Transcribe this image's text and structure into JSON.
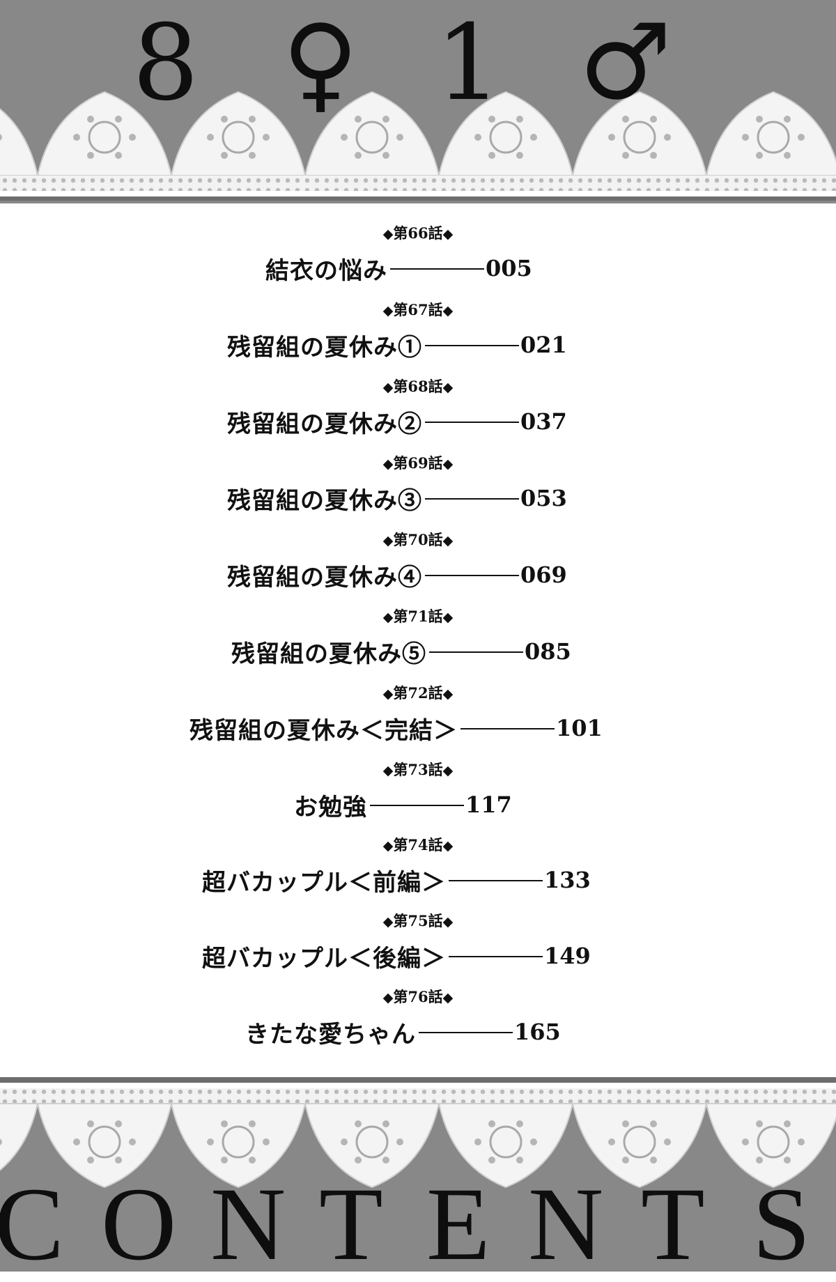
{
  "header": {
    "title_symbols": [
      "8",
      "♀",
      "1",
      "♂"
    ]
  },
  "footer": {
    "word_letters": [
      "C",
      "O",
      "N",
      "T",
      "E",
      "N",
      "T",
      "S"
    ]
  },
  "toc": {
    "entries": [
      {
        "episode": "第66話",
        "title": "結衣の悩み",
        "page": "005"
      },
      {
        "episode": "第67話",
        "title": "残留組の夏休み①",
        "page": "021"
      },
      {
        "episode": "第68話",
        "title": "残留組の夏休み②",
        "page": "037"
      },
      {
        "episode": "第69話",
        "title": "残留組の夏休み③",
        "page": "053"
      },
      {
        "episode": "第70話",
        "title": "残留組の夏休み④",
        "page": "069"
      },
      {
        "episode": "第71話",
        "title": "残留組の夏休み⑤",
        "page": "085"
      },
      {
        "episode": "第72話",
        "title": "残留組の夏休み＜完結＞",
        "page": "101"
      },
      {
        "episode": "第73話",
        "title": "お勉強",
        "page": "117"
      },
      {
        "episode": "第74話",
        "title": "超バカップル＜前編＞",
        "page": "133"
      },
      {
        "episode": "第75話",
        "title": "超バカップル＜後編＞",
        "page": "149"
      },
      {
        "episode": "第76話",
        "title": "きたな愛ちゃん",
        "page": "165"
      }
    ]
  },
  "colors": {
    "band_gray": "#8c8c8c",
    "lace": "#f4f4f4",
    "ink": "#111111"
  }
}
